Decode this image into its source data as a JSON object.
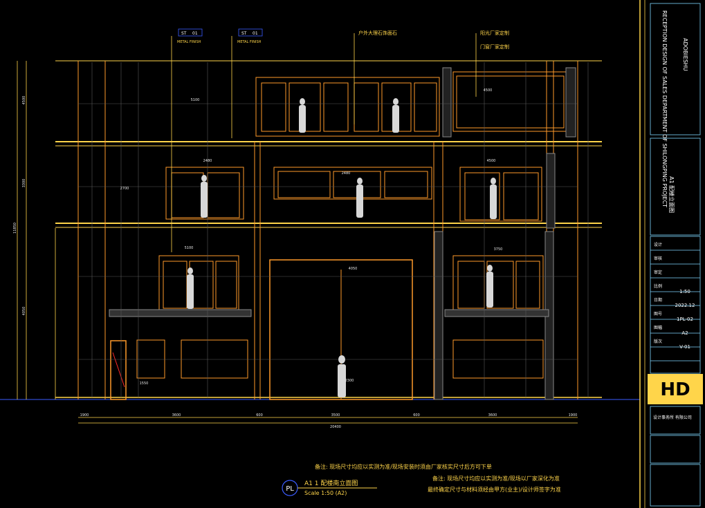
{
  "drawing": {
    "title": "A1 1 配楼南立面图",
    "scale": "Scale  1:50 (A2)",
    "symbol": "PL",
    "notes": [
      "备注: 现场尺寸均应以实测为准/现场安装时须由厂家核实尺寸后方可下单",
      "备注: 现场尺寸均应以实测为准/现场以厂家深化为准",
      "最终确定尺寸与材料须经由甲方(业主)/设计师签字为准"
    ]
  },
  "callouts": [
    {
      "code": "ST",
      "num": "01",
      "text": "METAL FINISH"
    },
    {
      "code": "ST",
      "num": "01",
      "text": "METAL FINISH"
    },
    {
      "text": "户外大理石饰面石"
    },
    {
      "text": "阳光厂家定制"
    },
    {
      "text": "门窗厂家定制"
    }
  ],
  "dimensions": {
    "bottom_segments": [
      "1900",
      "3600",
      "600",
      "3500",
      "600",
      "3600",
      "1900"
    ],
    "bottom_total": "20400",
    "left_levels": [
      "4500",
      "3300",
      "4050"
    ],
    "left_total": "11850",
    "labels": [
      "5100",
      "4500",
      "2480",
      "2480",
      "4050",
      "3750",
      "2300",
      "1550",
      "5100",
      "4500",
      "2700"
    ]
  },
  "title_block": {
    "project": "RECEPTION DESIGN OF SALES DEPARTMENT OF SHILONGPING PROJECT",
    "firm": "ADOBIESHU",
    "sheet_title": "A1 配楼立面图",
    "rows": [
      {
        "label": "设计",
        "value": ""
      },
      {
        "label": "审核",
        "value": ""
      },
      {
        "label": "审定",
        "value": ""
      },
      {
        "label": "比例",
        "value": "1:50"
      },
      {
        "label": "日期",
        "value": "2022.12"
      },
      {
        "label": "图号",
        "value": "1PL-02"
      },
      {
        "label": "图幅",
        "value": "A2"
      },
      {
        "label": "版次",
        "value": "V-01"
      }
    ],
    "logo": "HD",
    "company": "设计事务所 有限公司"
  },
  "colors": {
    "background": "#000000",
    "yellow": "#ffd54a",
    "orange": "#ff9a2a",
    "white": "#e8e8e8",
    "cyan": "#7fd6ff",
    "blue": "#3a5cff"
  }
}
